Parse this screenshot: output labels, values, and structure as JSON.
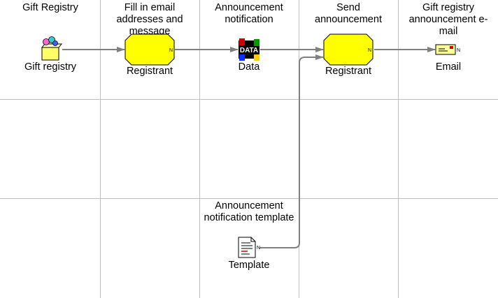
{
  "columns": [
    {
      "header": "Gift Registry"
    },
    {
      "header": "Fill in email addresses and message"
    },
    {
      "header": "Announcement notification"
    },
    {
      "header": "Send announcement"
    },
    {
      "header": "Gift registry announcement e-mail"
    }
  ],
  "nodes": {
    "gift_registry": {
      "label": "Gift registry",
      "icon": "gift-box-icon"
    },
    "fill_in": {
      "label": "Registrant",
      "icon": "activity-octagon-icon",
      "badge": "N"
    },
    "data": {
      "label": "Data",
      "icon": "data-icon",
      "icon_text": "DATA"
    },
    "send": {
      "label": "Registrant",
      "icon": "activity-octagon-icon",
      "badge": "N"
    },
    "email": {
      "label": "Email",
      "icon": "envelope-icon",
      "badge": "N"
    },
    "template_caption": {
      "label": "Announcement notification template"
    },
    "template": {
      "label": "Template",
      "icon": "document-icon",
      "badge": "N"
    }
  },
  "colors": {
    "grid": "#c0c0c0",
    "activity_fill": "#ffff00",
    "connector": "#808080"
  }
}
